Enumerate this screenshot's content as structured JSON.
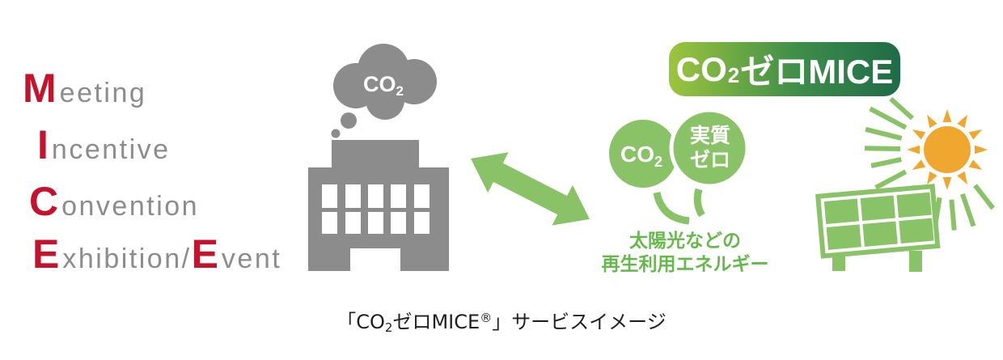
{
  "colors": {
    "accent_red": "#C5132D",
    "gray": "#8C8C8C",
    "shape_green": "#89C267",
    "text_green": "#65B94B",
    "banner_gradient_start": "#9DC53E",
    "banner_gradient_end": "#1E6B48",
    "sun_orange": "#F0A72F",
    "caption_black": "#1F1F1F",
    "white": "#ffffff"
  },
  "mice": {
    "meeting": {
      "initial": "M",
      "rest": "eeting"
    },
    "incentive": {
      "initial": "I",
      "rest": "ncentive"
    },
    "convention": {
      "initial": "C",
      "rest": "onvention"
    },
    "exhibition": {
      "initial": "E",
      "rest": "xhibition/",
      "initial2": "E",
      "rest2": "vent"
    }
  },
  "building": {
    "cloud": {
      "co": "CO",
      "sub": "2"
    }
  },
  "banner": {
    "co": "CO",
    "sub": "2",
    "rest": "ゼロMICE"
  },
  "balloons": {
    "co2": {
      "co": "CO",
      "sub": "2"
    },
    "zero": {
      "line1": "実質",
      "line2": "ゼロ"
    }
  },
  "energy": {
    "line1": "太陽光などの",
    "line2": "再生利用エネルギー"
  },
  "caption": {
    "open": "「",
    "co": "CO",
    "sub": "2",
    "name": "ゼロMICE",
    "reg": "®",
    "close": "」",
    "suffix": "サービスイメージ"
  }
}
